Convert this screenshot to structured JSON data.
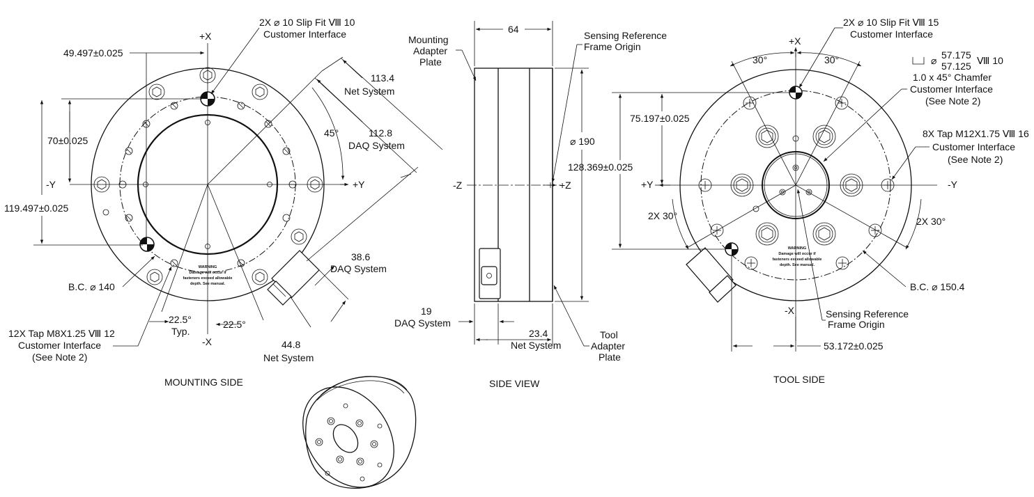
{
  "views": {
    "mounting": "MOUNTING SIDE",
    "side": "SIDE VIEW",
    "tool": "TOOL SIDE"
  },
  "axes": {
    "plus_x": "+X",
    "minus_x": "-X",
    "plus_y": "+Y",
    "minus_y": "-Y",
    "plus_z": "+Z",
    "minus_z": "-Z"
  },
  "mounting_side": {
    "slip_fit_1": "2X ⌀ 10 Slip Fit Ⅷ 10",
    "slip_fit_2": "Customer Interface",
    "dim_49": "49.497±0.025",
    "dim_70": "70±0.025",
    "dim_119": "119.497±0.025",
    "net_113_1": "113.4",
    "net_113_2": "Net System",
    "angle_45": "45°",
    "daq_112_1": "112.8",
    "daq_112_2": "DAQ System",
    "daq_38_1": "38.6",
    "daq_38_2": "DAQ System",
    "net_44_1": "44.8",
    "net_44_2": "Net System",
    "bc": "B.C. ⌀ 140",
    "angle_typ_1": "22.5°",
    "angle_typ_2": "Typ.",
    "angle_2": "22.5°",
    "tap_1": "12X Tap M8X1.25 Ⅷ 12",
    "tap_2": "Customer Interface",
    "tap_3": "(See Note 2)",
    "warning_1": "WARNING",
    "warning_2": "Damage will occur if",
    "warning_3": "fasteners exceed allowable",
    "warning_4": "depth. See manual."
  },
  "side_view": {
    "width_64": "64",
    "mounting_plate_1": "Mounting",
    "mounting_plate_2": "Adapter",
    "mounting_plate_3": "Plate",
    "sensing_1": "Sensing Reference",
    "sensing_2": "Frame Origin",
    "dia_190": "⌀ 190",
    "daq_19_1": "19",
    "daq_19_2": "DAQ System",
    "net_23_1": "23.4",
    "net_23_2": "Net System",
    "tool_plate_1": "Tool",
    "tool_plate_2": "Adapter",
    "tool_plate_3": "Plate"
  },
  "tool_side": {
    "slip_fit_1": "2X ⌀ 10 Slip Fit Ⅷ 15",
    "slip_fit_2": "Customer Interface",
    "angle_30a": "30°",
    "angle_30b": "30°",
    "bore_sym": "⊔ ⌀",
    "bore_upper": "57.175",
    "bore_lower": "57.125",
    "bore_depth": "Ⅷ 10",
    "chamfer_1": "1.0 x 45° Chamfer",
    "chamfer_2": "Customer Interface",
    "chamfer_3": "(See Note 2)",
    "dim_75": "75.197±0.025",
    "dim_128": "128.369±0.025",
    "tap_1": "8X Tap M12X1.75 Ⅷ 16",
    "tap_2": "Customer Interface",
    "tap_3": "(See Note 2)",
    "angle_2x30_left": "2X 30°",
    "angle_2x30_right": "2X 30°",
    "bc": "B.C. ⌀ 150.4",
    "sensing_1": "Sensing Reference",
    "sensing_2": "Frame Origin",
    "dim_53": "53.172±0.025",
    "warning_1": "WARNING",
    "warning_2": "Damage will occur if",
    "warning_3": "fasteners exceed allowable",
    "warning_4": "depth. See manual."
  }
}
